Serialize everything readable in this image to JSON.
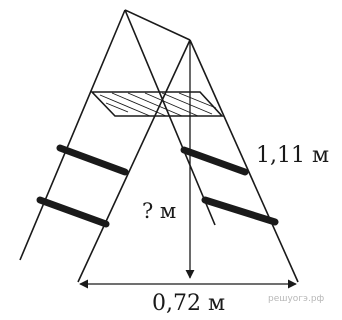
{
  "labels": {
    "side_length": "1,11 м",
    "height_unknown": "? м",
    "base_width": "0,72 м",
    "watermark": "решуогэ.рф"
  },
  "colors": {
    "line": "#1a1a1a",
    "watermark": "#b8b8b8",
    "background": "#ffffff"
  }
}
